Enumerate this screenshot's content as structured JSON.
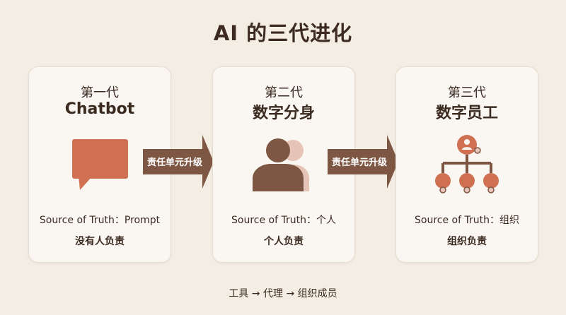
{
  "title": "AI 的三代进化",
  "colors": {
    "background": "#f3ede4",
    "card": "#faf7f2",
    "accent_orange": "#cf7052",
    "accent_brown": "#7d5743",
    "accent_pink": "#e7c4b8"
  },
  "generations": [
    {
      "gen_label": "第一代",
      "name": "Chatbot",
      "icon": "chat-bubble-icon",
      "source_of_truth": "Source of Truth：Prompt",
      "responsibility": "没有人负责"
    },
    {
      "gen_label": "第二代",
      "name": "数字分身",
      "icon": "users-icon",
      "source_of_truth": "Source of Truth：个人",
      "responsibility": "个人负责"
    },
    {
      "gen_label": "第三代",
      "name": "数字员工",
      "icon": "org-chart-icon",
      "source_of_truth": "Source of Truth：组织",
      "responsibility": "组织负责"
    }
  ],
  "arrows": [
    {
      "label": "责任单元升级"
    },
    {
      "label": "责任单元升级"
    }
  ],
  "footer": "工具 → 代理 → 组织成员"
}
